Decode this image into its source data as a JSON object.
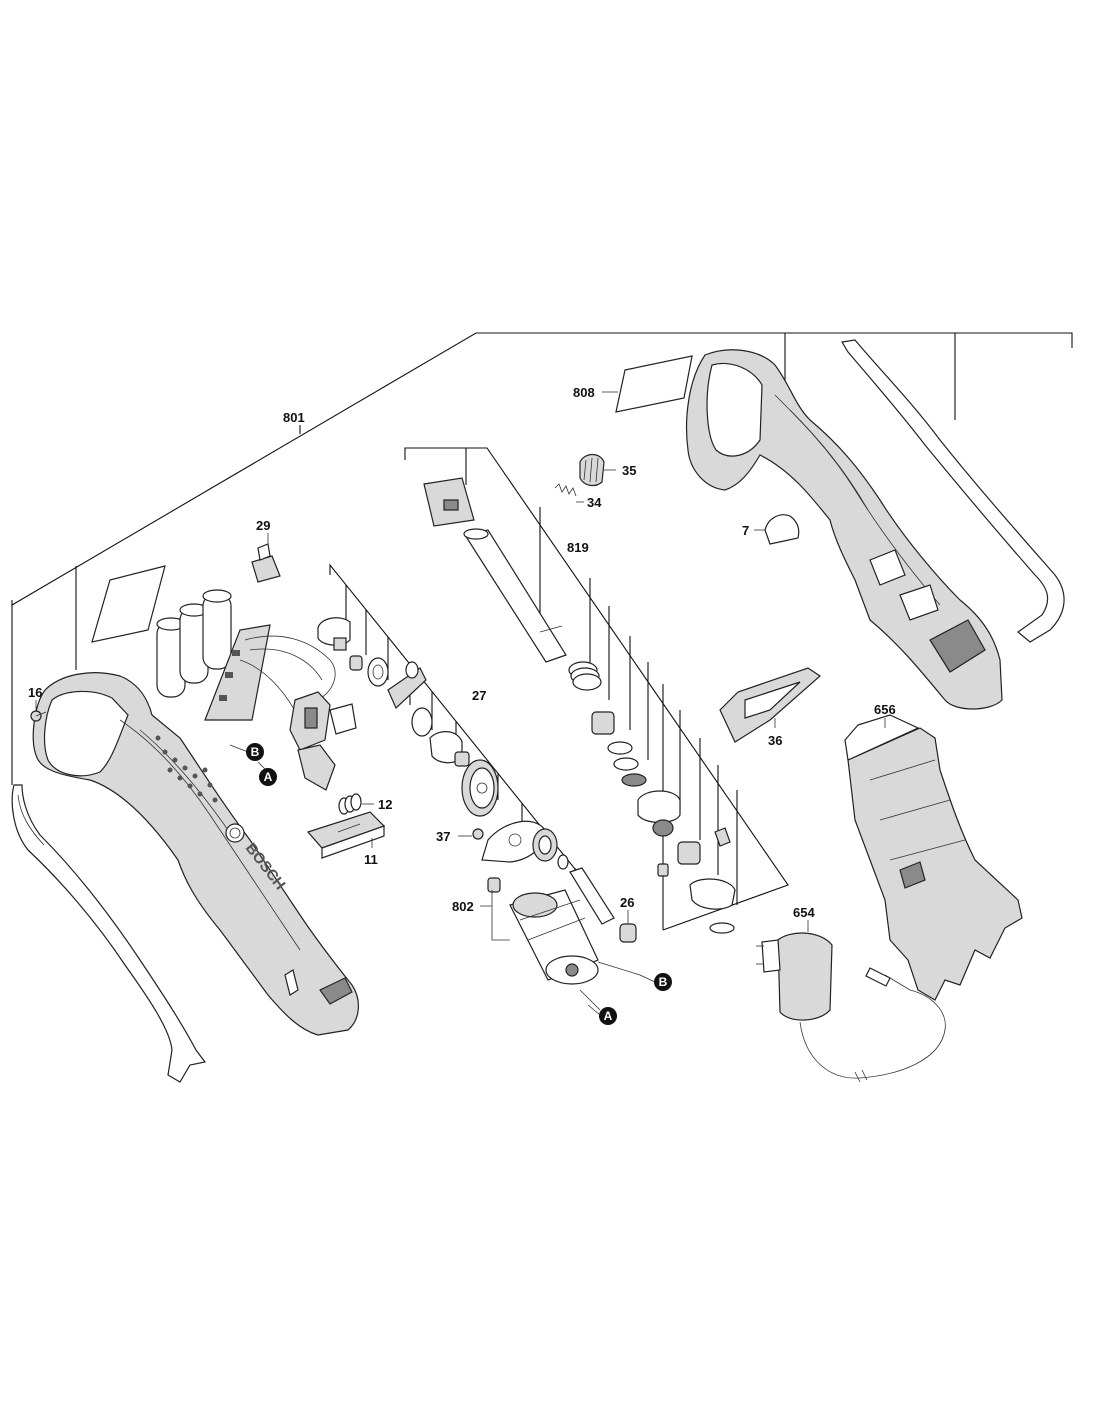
{
  "diagram": {
    "callouts": {
      "p801": "801",
      "p808": "808",
      "p35": "35",
      "p34": "34",
      "p819": "819",
      "p7": "7",
      "p29": "29",
      "p16": "16",
      "p27": "27",
      "p36": "36",
      "p656": "656",
      "p12": "12",
      "p11": "11",
      "p37": "37",
      "p802": "802",
      "p26": "26",
      "p654": "654"
    },
    "markers": {
      "a1": "A",
      "b1": "B",
      "a2": "A",
      "b2": "B"
    },
    "logo": "BOSCH"
  }
}
